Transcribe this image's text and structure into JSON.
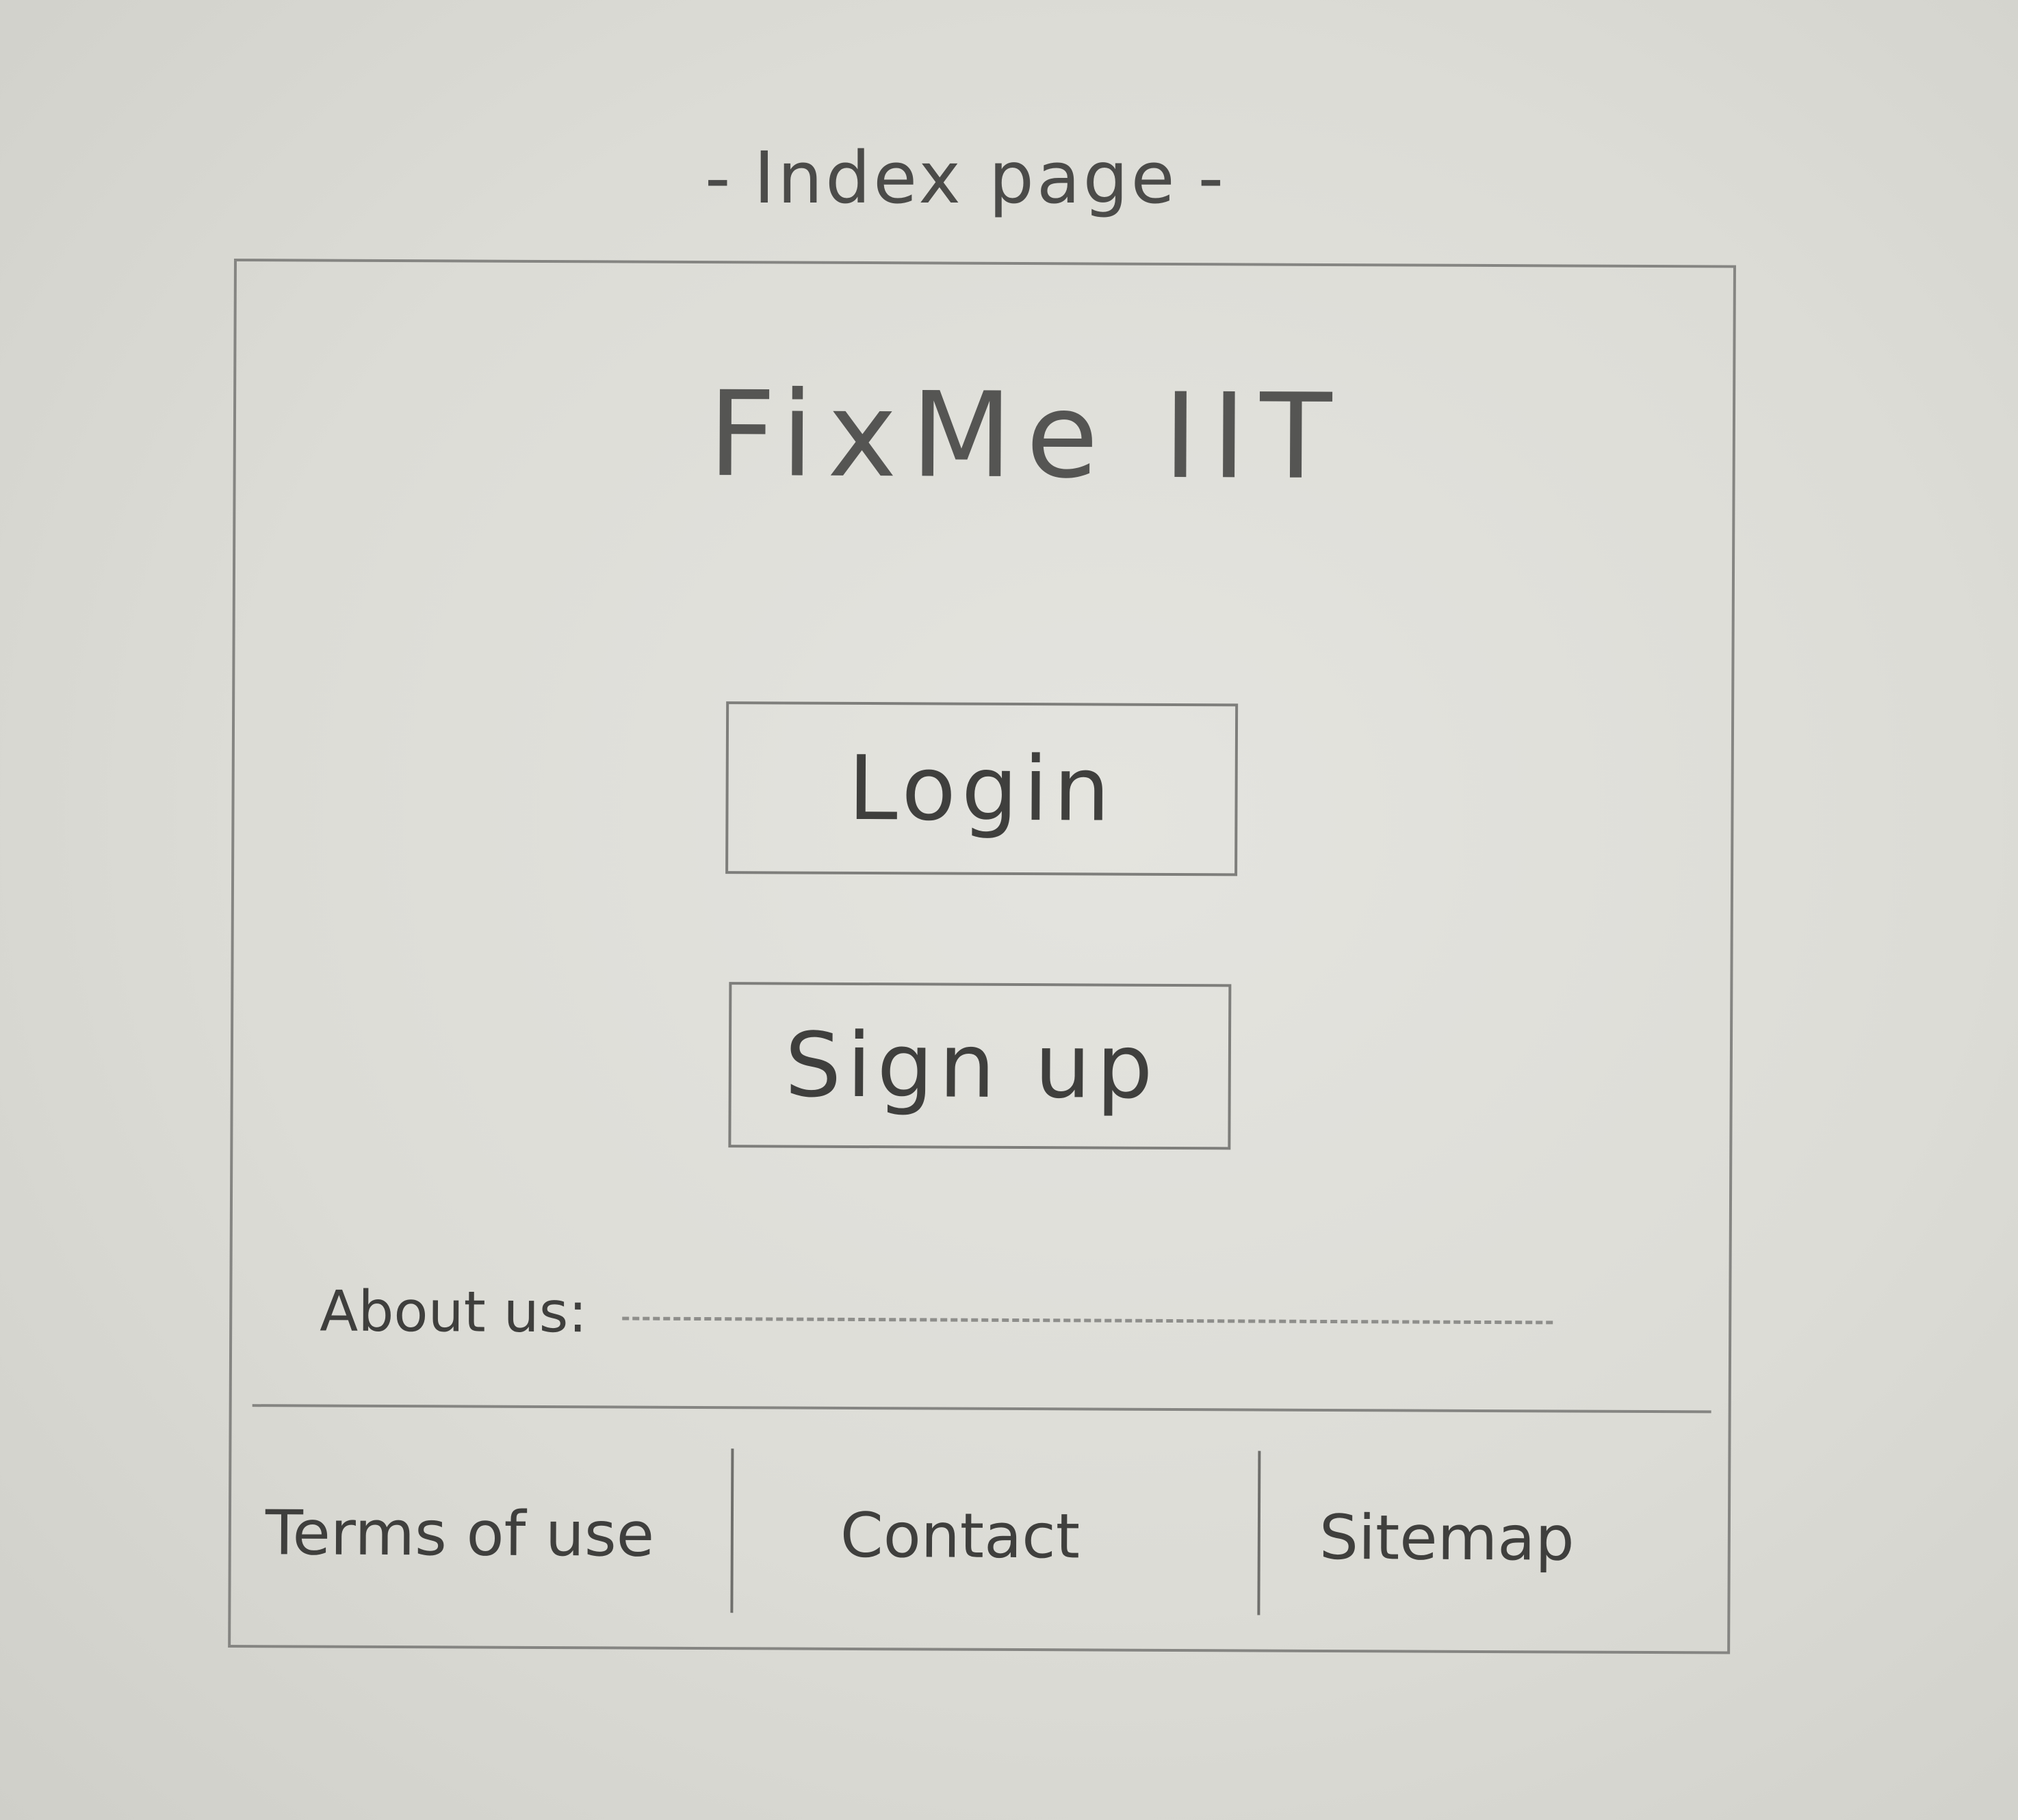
{
  "page_caption": "Index page",
  "caption_dash": "-",
  "header": {
    "title": "FixMe IIT"
  },
  "actions": {
    "login_label": "Login",
    "signup_label": "Sign up"
  },
  "about": {
    "label": "About us:"
  },
  "footer": {
    "terms_label": "Terms of use",
    "contact_label": "Contact",
    "sitemap_label": "Sitemap"
  }
}
